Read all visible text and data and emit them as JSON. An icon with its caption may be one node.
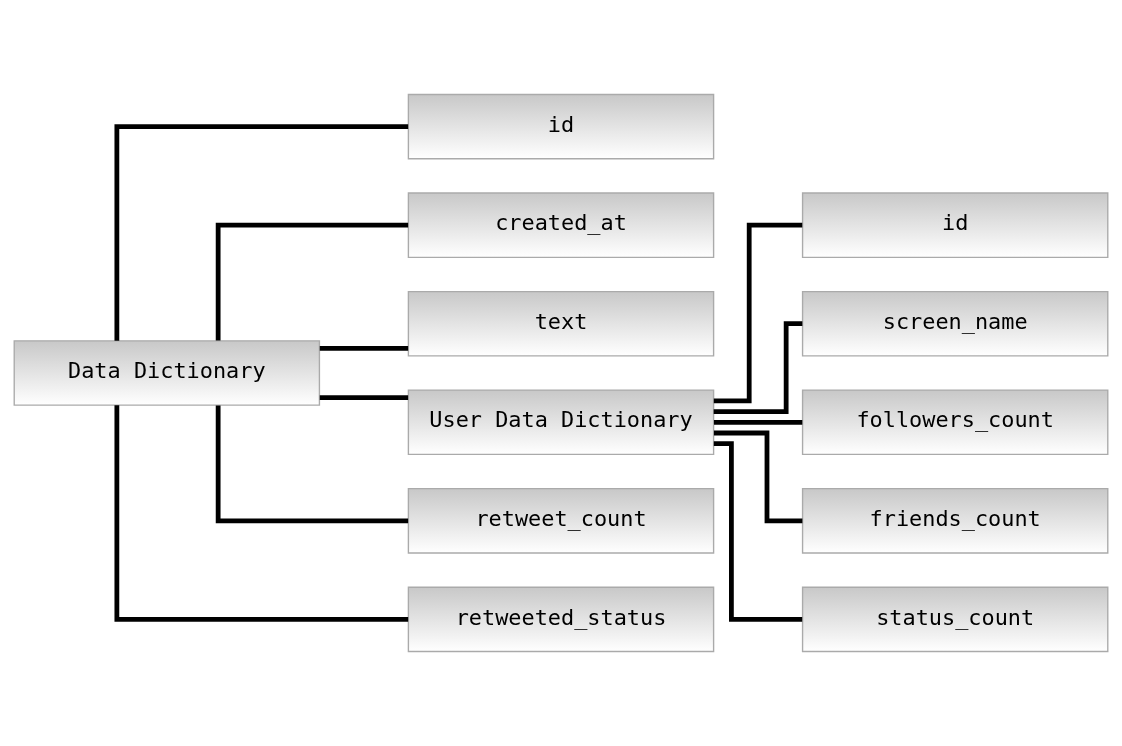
{
  "diagram": {
    "nodes": [
      {
        "text": [
          "Data Dictionary"
        ]
      },
      {
        "text": [
          "id"
        ]
      },
      {
        "text": [
          "created_at"
        ]
      },
      {
        "text": [
          "text"
        ]
      },
      {
        "text": [
          "User Data Dictionary"
        ]
      },
      {
        "text": [
          "retweet_count"
        ]
      },
      {
        "text": [
          "retweeted_status"
        ]
      },
      {
        "text": [
          "id"
        ]
      },
      {
        "text": [
          "screen_name"
        ]
      },
      {
        "text": [
          "followers_count"
        ]
      },
      {
        "text": [
          "friends_count"
        ]
      },
      {
        "text": [
          "status_count"
        ]
      }
    ],
    "edges": [
      {
        "from": 0,
        "to": 1,
        "arrow": "none"
      },
      {
        "from": 0,
        "to": 2,
        "arrow": "none"
      },
      {
        "from": 0,
        "to": 3,
        "arrow": "none"
      },
      {
        "from": 0,
        "to": 4,
        "arrow": "none"
      },
      {
        "from": 0,
        "to": 5,
        "arrow": "none"
      },
      {
        "from": 0,
        "to": 6,
        "arrow": "none"
      },
      {
        "from": 4,
        "to": 7,
        "arrow": "none"
      },
      {
        "from": 4,
        "to": 8,
        "arrow": "none"
      },
      {
        "from": 4,
        "to": 9,
        "arrow": "none"
      },
      {
        "from": 4,
        "to": 10,
        "arrow": "none"
      },
      {
        "from": 4,
        "to": 11,
        "arrow": "none"
      }
    ]
  }
}
